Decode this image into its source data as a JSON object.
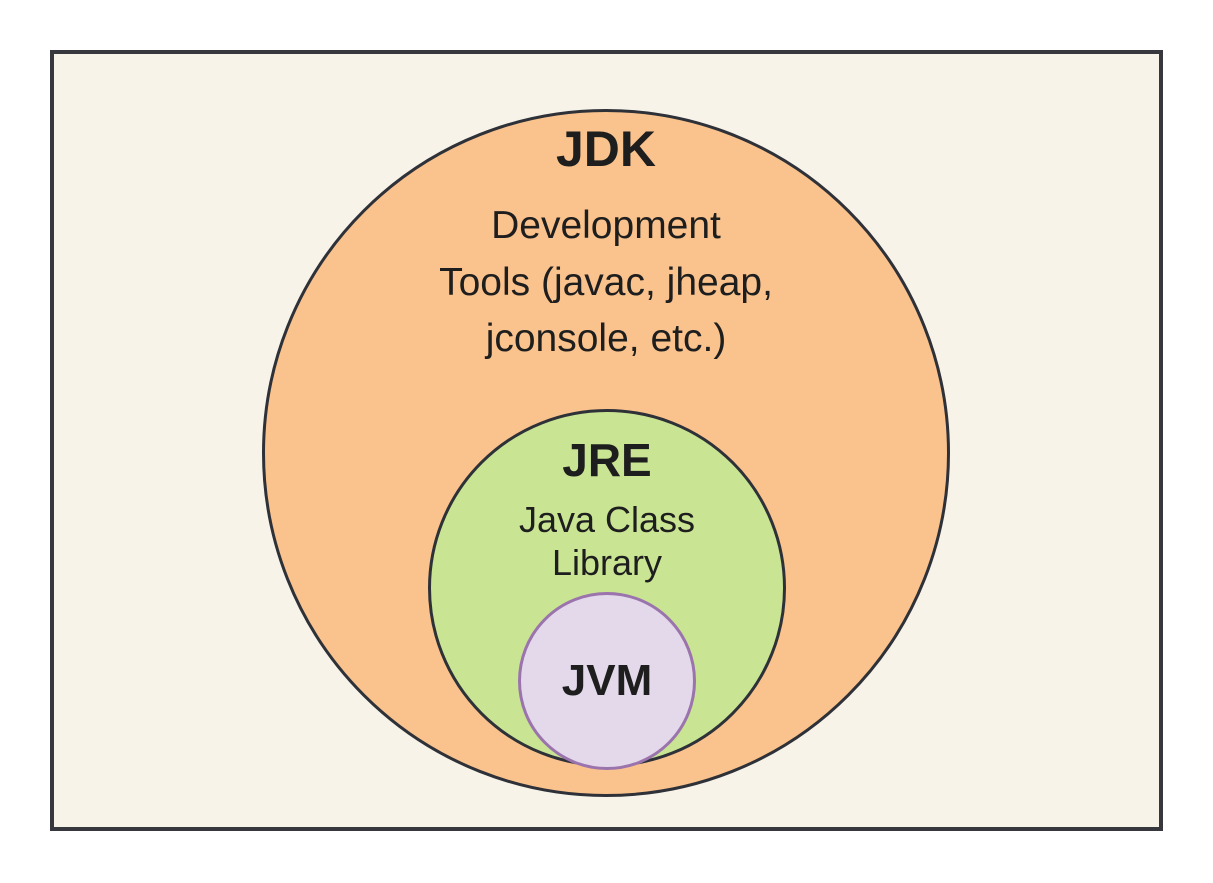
{
  "diagram": {
    "jdk": {
      "label": "JDK",
      "line1": "Development",
      "line2": "Tools (javac, jheap,",
      "line3": "jconsole, etc.)"
    },
    "jre": {
      "label": "JRE",
      "line1": "Java Class",
      "line2": "Library"
    },
    "jvm": {
      "label": "JVM"
    }
  },
  "colors": {
    "page_bg": "#FFFFFF",
    "frame_fill": "#F7F3E9",
    "frame_stroke": "#36383E",
    "circle_stroke": "#2E3138",
    "jdk_fill": "#FAC38D",
    "jre_fill": "#C9E593",
    "jvm_fill": "#E3D9EA",
    "jvm_stroke": "#9B74AD",
    "text": "#1E1E1E"
  }
}
